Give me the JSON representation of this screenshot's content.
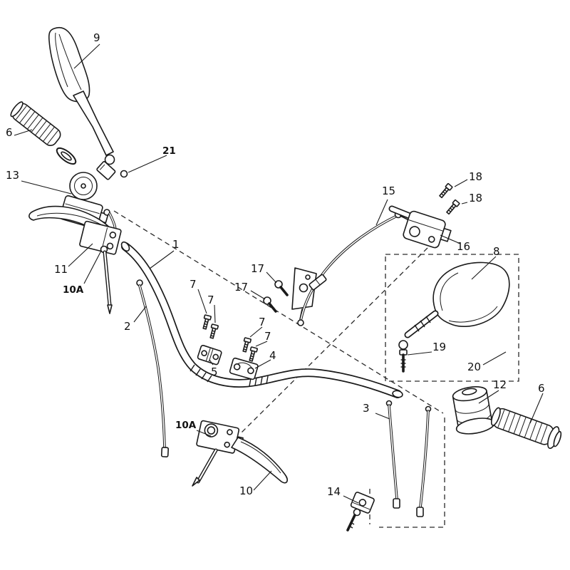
{
  "diagram": {
    "type": "exploded-parts-diagram",
    "subject": "handlebar-assembly",
    "colors": {
      "line": "#1a1a1a",
      "background": "#ffffff",
      "label_text": "#111111"
    }
  },
  "labels": {
    "l1": "1",
    "l2": "2",
    "l3": "3",
    "l4": "4",
    "l5": "5",
    "l6a": "6",
    "l6b": "6",
    "l7a": "7",
    "l7b": "7",
    "l7c": "7",
    "l7d": "7",
    "l8": "8",
    "l9": "9",
    "l10": "10",
    "l10a_left": "10A",
    "l10a_right": "10A",
    "l11": "11",
    "l12": "12",
    "l13": "13",
    "l14": "14",
    "l15": "15",
    "l16": "16",
    "l17a": "17",
    "l17b": "17",
    "l18a": "18",
    "l18b": "18",
    "l19": "19",
    "l20": "20",
    "l21": "21"
  }
}
